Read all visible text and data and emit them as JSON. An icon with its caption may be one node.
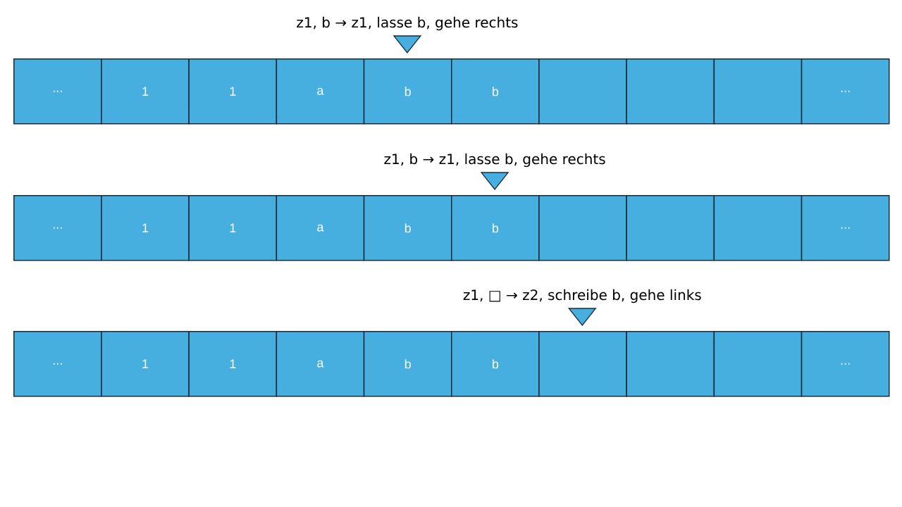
{
  "diagram": {
    "nodes": [
      {
        "text": [],
        "shape": "triangle",
        "beside": [
          "z1, b → z1, lasse b, gehe rechts"
        ]
      },
      {
        "text": [
          "..."
        ]
      },
      {
        "text": [
          "1"
        ]
      },
      {
        "text": [
          "1"
        ]
      },
      {
        "text": [
          "a"
        ]
      },
      {
        "text": [
          "b"
        ]
      },
      {
        "text": [
          "b"
        ]
      },
      {
        "text": [],
        "shape": "box"
      },
      {
        "text": [],
        "shape": "box"
      },
      {
        "text": [],
        "shape": "box"
      },
      {
        "text": [
          "..."
        ]
      },
      {
        "text": [],
        "shape": "triangle",
        "beside": [
          "z1, b → z1, lasse b, gehe rechts"
        ]
      },
      {
        "text": [
          "..."
        ]
      },
      {
        "text": [
          "1"
        ]
      },
      {
        "text": [
          "1"
        ]
      },
      {
        "text": [
          "a"
        ]
      },
      {
        "text": [
          "b"
        ]
      },
      {
        "text": [
          "b"
        ]
      },
      {
        "text": [],
        "shape": "box"
      },
      {
        "text": [],
        "shape": "box"
      },
      {
        "text": [],
        "shape": "box"
      },
      {
        "text": [
          "..."
        ]
      },
      {
        "text": [],
        "shape": "triangle",
        "beside": [
          "z1, □ → z2, schreibe b, gehe links"
        ]
      },
      {
        "text": [
          "..."
        ]
      },
      {
        "text": [
          "1"
        ]
      },
      {
        "text": [
          "1"
        ]
      },
      {
        "text": [
          "a"
        ]
      },
      {
        "text": [
          "b"
        ]
      },
      {
        "text": [
          "b"
        ]
      },
      {
        "text": [],
        "shape": "box"
      },
      {
        "text": [],
        "shape": "box"
      },
      {
        "text": [],
        "shape": "box"
      },
      {
        "text": [
          "..."
        ]
      }
    ]
  }
}
